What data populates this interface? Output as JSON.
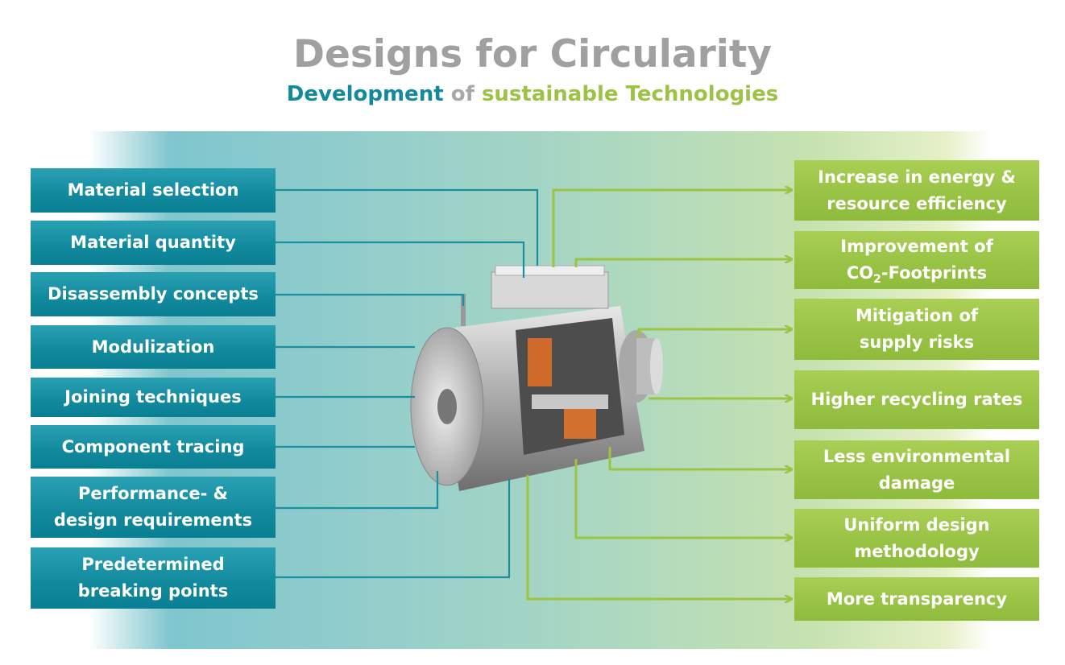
{
  "title": "Designs for Circularity",
  "subtitle": {
    "part1": "Development",
    "part2": "of",
    "part3": "sustainable",
    "part4": "Technologies"
  },
  "left_items": [
    "Material selection",
    "Material quantity",
    "Disassembly concepts",
    "Modulization",
    "Joining techniques",
    "Component tracing",
    "Performance- & design requirements",
    "Predetermined breaking points"
  ],
  "right_items": [
    "Increase in energy & resource efficiency",
    "Improvement of",
    "CO",
    "2",
    "-Footprints",
    "Mitigation of supply risks",
    "Higher recycling rates",
    "Less environmental damage",
    "Uniform design methodology",
    "More transparency"
  ],
  "colors": {
    "teal": "#138a9c",
    "green": "#9dc345",
    "grey": "#a0a0a0"
  }
}
